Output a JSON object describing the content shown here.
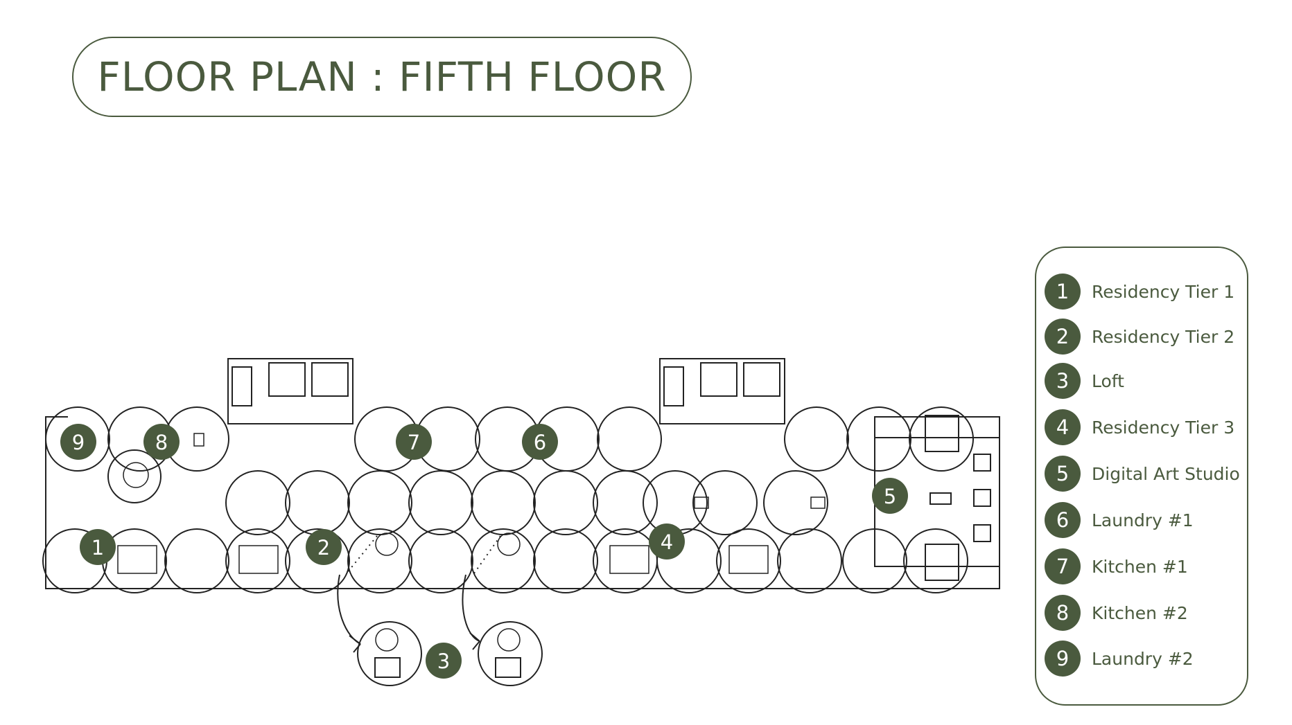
{
  "title": "FLOOR PLAN : FIFTH FLOOR",
  "colors": {
    "accent": "#4a5a3e",
    "line": "#222222",
    "background": "#ffffff"
  },
  "map_markers": [
    "9",
    "8",
    "7",
    "6",
    "5",
    "1",
    "2",
    "4",
    "3"
  ],
  "legend": [
    {
      "number": "1",
      "label": "Residency Tier 1"
    },
    {
      "number": "2",
      "label": "Residency Tier 2"
    },
    {
      "number": "3",
      "label": "Loft"
    },
    {
      "number": "4",
      "label": "Residency Tier 3"
    },
    {
      "number": "5",
      "label": "Digital Art Studio"
    },
    {
      "number": "6",
      "label": "Laundry #1"
    },
    {
      "number": "7",
      "label": "Kitchen #1"
    },
    {
      "number": "8",
      "label": "Kitchen #2"
    },
    {
      "number": "9",
      "label": "Laundry #2"
    }
  ]
}
